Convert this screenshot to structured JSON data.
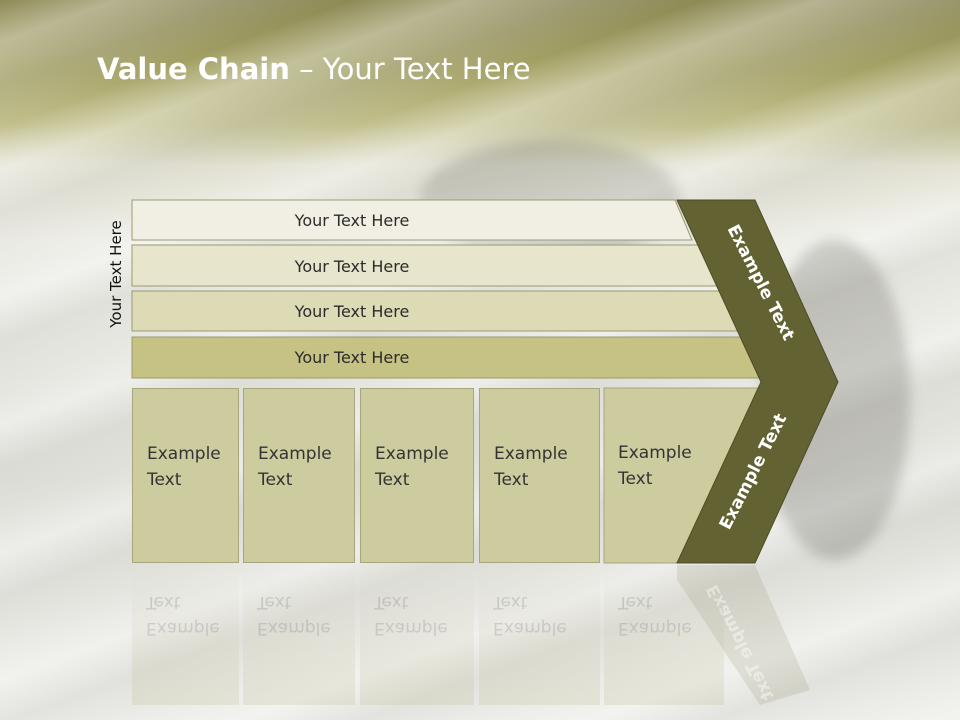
{
  "title": {
    "bold": "Value Chain",
    "rest": " – Your Text Here"
  },
  "side_label": "Your Text Here",
  "bars": [
    {
      "label": "Your Text Here"
    },
    {
      "label": "Your Text Here"
    },
    {
      "label": "Your Text Here"
    },
    {
      "label": "Your Text Here"
    }
  ],
  "columns": [
    {
      "line1": "Example",
      "line2": "Text"
    },
    {
      "line1": "Example",
      "line2": "Text"
    },
    {
      "line1": "Example",
      "line2": "Text"
    },
    {
      "line1": "Example",
      "line2": "Text"
    },
    {
      "line1": "Example",
      "line2": "Text"
    }
  ],
  "chevron": {
    "upper_label": "Example Text",
    "lower_label": "Example Text"
  },
  "colors": {
    "chevron": "#636233",
    "bar_light": "#f1efe3",
    "bar_mid": "#dddbb6",
    "bar_dark": "#c5c283",
    "column": "#cdcc9e"
  }
}
